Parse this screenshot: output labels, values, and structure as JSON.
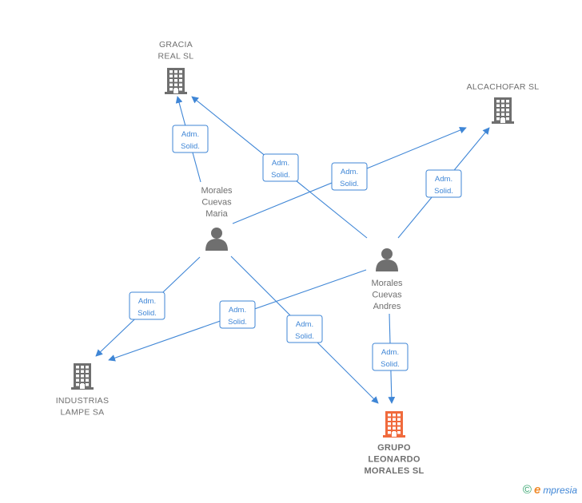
{
  "nodes": [
    {
      "id": "gracia",
      "type": "company",
      "label": [
        "GRACIA",
        "REAL  SL"
      ],
      "color": "#6f6f6f"
    },
    {
      "id": "alcachofar",
      "type": "company",
      "label": [
        "ALCACHOFAR SL"
      ],
      "color": "#6f6f6f"
    },
    {
      "id": "maria",
      "type": "person",
      "label": [
        "Morales",
        "Cuevas",
        "Maria"
      ],
      "color": "#6f6f6f"
    },
    {
      "id": "andres",
      "type": "person",
      "label": [
        "Morales",
        "Cuevas",
        "Andres"
      ],
      "color": "#6f6f6f"
    },
    {
      "id": "industrias",
      "type": "company",
      "label": [
        "INDUSTRIAS",
        "LAMPE SA"
      ],
      "color": "#6f6f6f"
    },
    {
      "id": "grupo",
      "type": "company",
      "label": [
        "GRUPO",
        "LEONARDO",
        "MORALES  SL"
      ],
      "color": "#f06a3c",
      "highlight": true
    }
  ],
  "edges": [
    {
      "from": "maria",
      "to": "gracia",
      "label": [
        "Adm.",
        "Solid."
      ]
    },
    {
      "from": "andres",
      "to": "gracia",
      "label": [
        "Adm.",
        "Solid."
      ]
    },
    {
      "from": "maria",
      "to": "alcachofar",
      "label": [
        "Adm.",
        "Solid."
      ]
    },
    {
      "from": "andres",
      "to": "alcachofar",
      "label": [
        "Adm.",
        "Solid."
      ]
    },
    {
      "from": "maria",
      "to": "industrias",
      "label": [
        "Adm.",
        "Solid."
      ]
    },
    {
      "from": "andres",
      "to": "industrias",
      "label": [
        "Adm.",
        "Solid."
      ]
    },
    {
      "from": "maria",
      "to": "grupo",
      "label": [
        "Adm.",
        "Solid."
      ]
    },
    {
      "from": "andres",
      "to": "grupo",
      "label": [
        "Adm.",
        "Solid."
      ]
    }
  ],
  "colors": {
    "edge": "#3f86d6",
    "node": "#6f6f6f",
    "highlight": "#f06a3c"
  },
  "footer": {
    "copyright": "©",
    "brand_initial": "e",
    "brand_rest": "mpresia"
  }
}
